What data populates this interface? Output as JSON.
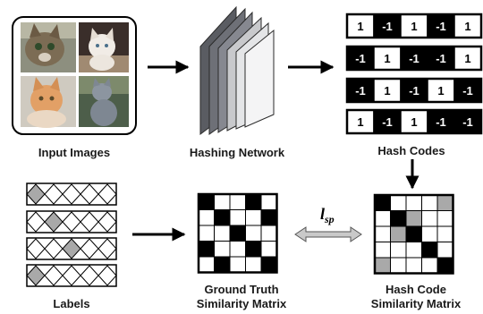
{
  "captions": {
    "input_images": "Input Images",
    "hashing_network": "Hashing Network",
    "hash_codes": "Hash Codes",
    "labels": "Labels",
    "ground_truth_line1": "Ground Truth",
    "ground_truth_line2": "Similarity Matrix",
    "hash_code_sim_line1": "Hash Code",
    "hash_code_sim_line2": "Similarity Matrix",
    "loss_symbol": "l",
    "loss_subscript": "sp"
  },
  "hash_codes": [
    [
      "1",
      "-1",
      "1",
      "-1",
      "1"
    ],
    [
      "-1",
      "1",
      "-1",
      "-1",
      "1"
    ],
    [
      "-1",
      "1",
      "-1",
      "1",
      "-1"
    ],
    [
      "1",
      "-1",
      "1",
      "-1",
      "-1"
    ]
  ],
  "labels_active_index": [
    0,
    1,
    2,
    0
  ],
  "ground_truth_matrix": [
    [
      1,
      0,
      0,
      1,
      0
    ],
    [
      0,
      1,
      0,
      0,
      1
    ],
    [
      0,
      0,
      1,
      0,
      0
    ],
    [
      1,
      0,
      0,
      1,
      0
    ],
    [
      0,
      1,
      0,
      0,
      1
    ]
  ],
  "hash_similarity_matrix": [
    [
      "black",
      "white",
      "white",
      "white",
      "gray"
    ],
    [
      "white",
      "black",
      "gray",
      "white",
      "white"
    ],
    [
      "white",
      "gray",
      "black",
      "white",
      "white"
    ],
    [
      "white",
      "white",
      "white",
      "black",
      "white"
    ],
    [
      "gray",
      "white",
      "white",
      "white",
      "black"
    ]
  ],
  "colors": {
    "black": "#000000",
    "gray": "#a9a9a9",
    "white": "#ffffff",
    "arrow_gray": "#c9c9c9"
  }
}
